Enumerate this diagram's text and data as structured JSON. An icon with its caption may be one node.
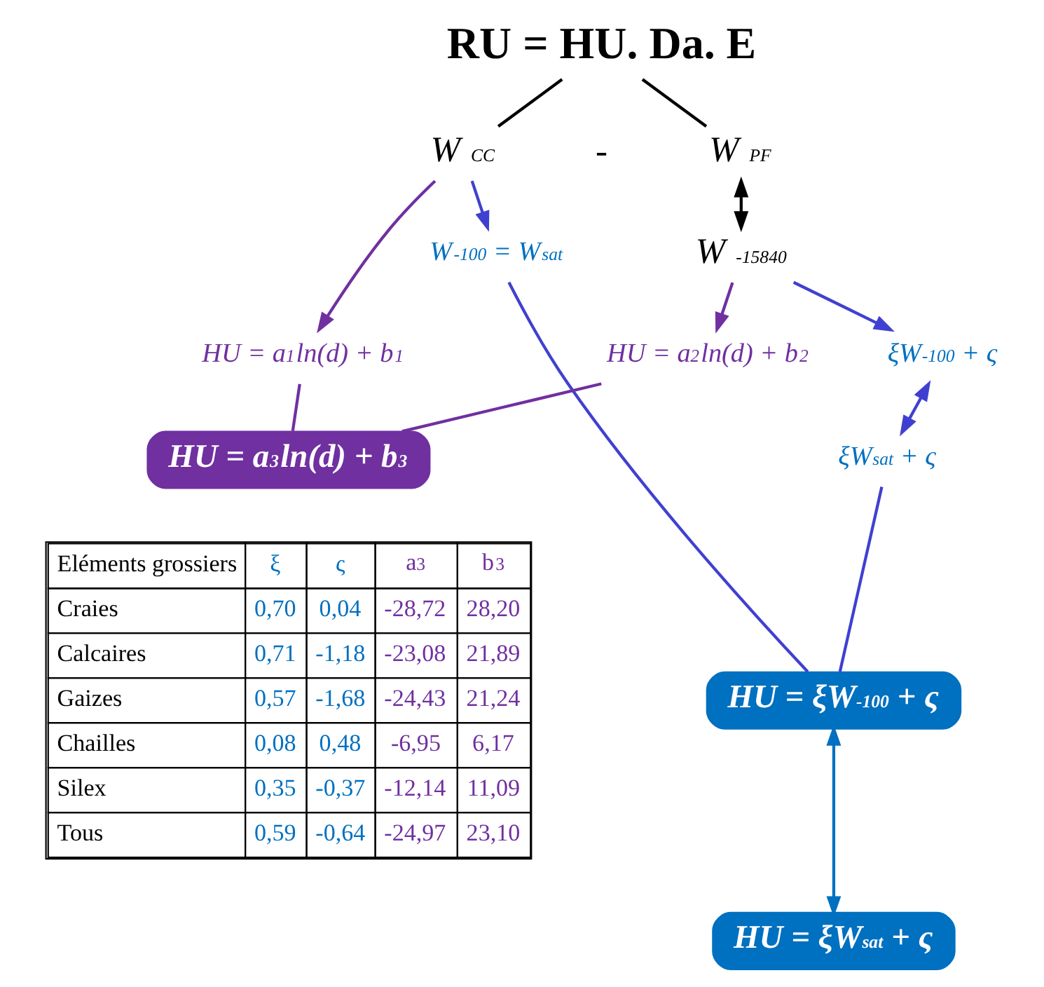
{
  "diagram": {
    "nodes": [
      {
        "text": [
          "RU = HU. Da. E"
        ]
      },
      {
        "text": [
          "W $_{CC}$"
        ]
      },
      {
        "text": [
          "W $_{PF}$"
        ]
      },
      {
        "text": [
          "W $_{-15840}$"
        ]
      },
      {
        "text": [
          "HU = a$_{1}$ln(d) + b$_{1}$"
        ]
      },
      {
        "text": [
          "W$_{-100}$ = W$_{sat}$"
        ]
      },
      {
        "text": [
          "HU = a$_{2}$ln(d) + b$_{2}$"
        ]
      },
      {
        "text": [
          "ξW$_{-100}$ + ς"
        ]
      },
      {
        "text": [
          "ξW$_{sat}$ + ς"
        ]
      },
      {
        "text": [
          "HU = a$_{3}$ln(d) + b$_{3}$"
        ]
      },
      {
        "text": [
          "HU = ξW$_{-100}$ + ς"
        ]
      },
      {
        "text": [
          "HU = ξW$_{sat}$ + ς"
        ]
      }
    ],
    "edges": [
      {
        "from": 0,
        "to": 1,
        "arrow": "none",
        "color": "#000000"
      },
      {
        "from": 0,
        "to": 2,
        "arrow": "none",
        "color": "#000000"
      },
      {
        "from": 2,
        "to": 3,
        "arrow": "both",
        "color": "#000000"
      },
      {
        "from": 1,
        "to": 4,
        "arrow": "to",
        "color": "#7030a0"
      },
      {
        "from": 1,
        "to": 5,
        "arrow": "to",
        "color": "#4040d0"
      },
      {
        "from": 3,
        "to": 6,
        "arrow": "to",
        "color": "#7030a0"
      },
      {
        "from": 3,
        "to": 7,
        "arrow": "to",
        "color": "#4040d0"
      },
      {
        "from": 7,
        "to": 8,
        "arrow": "both",
        "color": "#4040d0"
      },
      {
        "from": 4,
        "to": 9,
        "arrow": "none",
        "color": "#7030a0"
      },
      {
        "from": 6,
        "to": 9,
        "arrow": "none",
        "color": "#7030a0"
      },
      {
        "from": 5,
        "to": 10,
        "arrow": "none",
        "color": "#4040d0"
      },
      {
        "from": 8,
        "to": 10,
        "arrow": "none",
        "color": "#4040d0"
      },
      {
        "from": 10,
        "to": 11,
        "arrow": "both",
        "color": "#0070c0"
      }
    ],
    "labels": [
      "-",
      "Eléments grossiers",
      "ξ",
      "ς",
      "a$_{3}$",
      "b$_{3}$",
      "Craies",
      "0,70",
      "0,04",
      "-28,72",
      "28,20",
      "Calcaires",
      "0,71",
      "-1,18",
      "-23,08",
      "21,89",
      "Gaizes",
      "0,57",
      "-1,68",
      "-24,43",
      "21,24",
      "Chailles",
      "0,08",
      "0,48",
      "-6,95",
      "6,17",
      "Silex",
      "0,35",
      "-0,37",
      "-12,14",
      "11,09",
      "Tous",
      "0,59",
      "-0,64",
      "-24,97",
      "23,10"
    ]
  }
}
